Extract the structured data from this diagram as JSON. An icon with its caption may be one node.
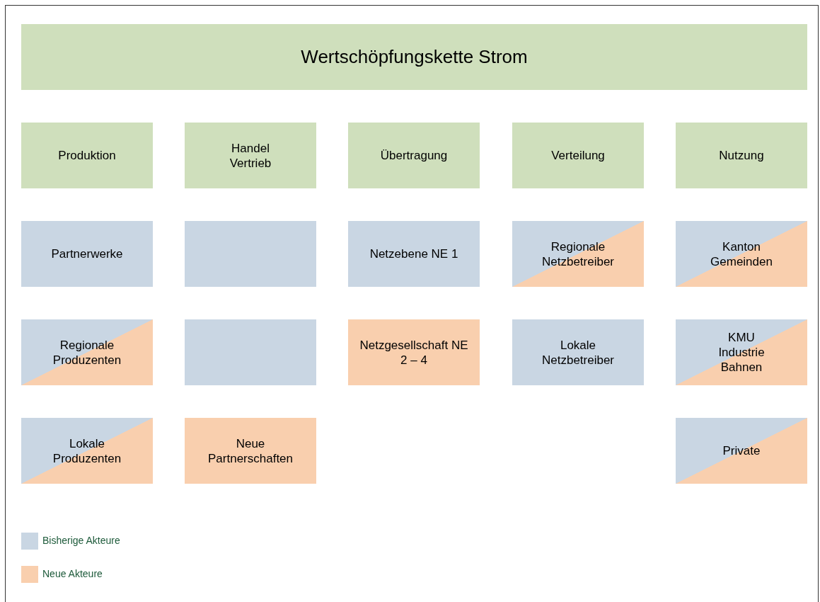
{
  "diagram": {
    "nodes": [
      {
        "text": [
          "Wertschöpfungskette Strom"
        ]
      },
      {
        "text": [
          "Produktion"
        ]
      },
      {
        "text": [
          "Handel Vertrieb"
        ]
      },
      {
        "text": [
          "Übertragung"
        ]
      },
      {
        "text": [
          "Verteilung"
        ]
      },
      {
        "text": [
          "Nutzung"
        ]
      },
      {
        "text": [
          "Partnerwerke"
        ]
      },
      {
        "text": [],
        "shape": "box"
      },
      {
        "text": [
          "Netzebene NE 1"
        ]
      },
      {
        "text": [
          "Regionale Netzbetreiber"
        ]
      },
      {
        "text": [
          "Kanton Gemeinden"
        ]
      },
      {
        "text": [
          "Regionale Produzenten"
        ]
      },
      {
        "text": [],
        "shape": "box"
      },
      {
        "text": [
          "Netzgesellschaft NE 2 – 4"
        ]
      },
      {
        "text": [
          "Lokale Netzbetreiber"
        ]
      },
      {
        "text": [
          "KMU Industrie Bahnen"
        ]
      },
      {
        "text": [
          "Lokale Produzenten"
        ]
      },
      {
        "text": [
          "Neue Partnerschaften"
        ]
      },
      {
        "text": [
          "Private"
        ]
      }
    ],
    "legend": [
      {
        "text": "Bisherige Akteure",
        "color": "#c9d6e3"
      },
      {
        "text": "Neue Akteure",
        "color": "#f9cfae"
      }
    ]
  }
}
